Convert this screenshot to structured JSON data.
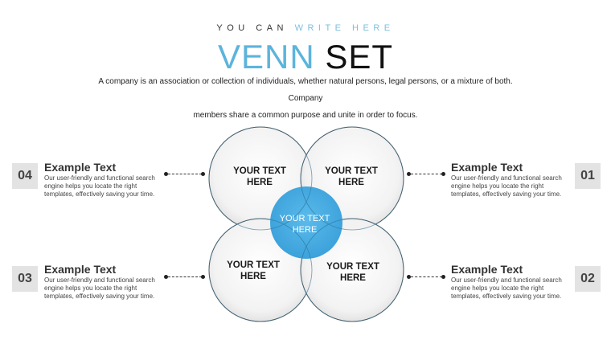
{
  "header": {
    "tagline_dark": "YOU CAN",
    "tagline_light": "WRITE HERE",
    "title_blue": "VENN",
    "title_black": "SET",
    "description_line1": "A company is an association or collection of individuals, whether natural persons, legal persons, or a mixture of both. Company",
    "description_line2": "members share a common purpose and unite in order to focus."
  },
  "venn": {
    "circles": [
      {
        "label_line1": "YOUR TEXT",
        "label_line2": "HERE"
      },
      {
        "label_line1": "YOUR TEXT",
        "label_line2": "HERE"
      },
      {
        "label_line1": "YOUR TEXT",
        "label_line2": "HERE"
      },
      {
        "label_line1": "YOUR TEXT",
        "label_line2": "HERE"
      }
    ],
    "center": {
      "label_line1": "YOUR TEXT",
      "label_line2": "HERE"
    },
    "colors": {
      "center": "#40a9e0",
      "circle_fill": "#eeeeee",
      "circle_stroke": "#555555"
    }
  },
  "items": [
    {
      "number": "04",
      "title": "Example Text",
      "desc": "Our user-friendly and functional search engine helps you locate the right templates, effectively saving your time."
    },
    {
      "number": "01",
      "title": "Example Text",
      "desc": "Our user-friendly and functional search engine helps you locate the right templates, effectively saving your time."
    },
    {
      "number": "03",
      "title": "Example Text",
      "desc": "Our user-friendly and functional search engine helps you locate the right templates, effectively saving your time."
    },
    {
      "number": "02",
      "title": "Example Text",
      "desc": "Our user-friendly and functional search engine helps you locate the right templates, effectively saving your time."
    }
  ]
}
